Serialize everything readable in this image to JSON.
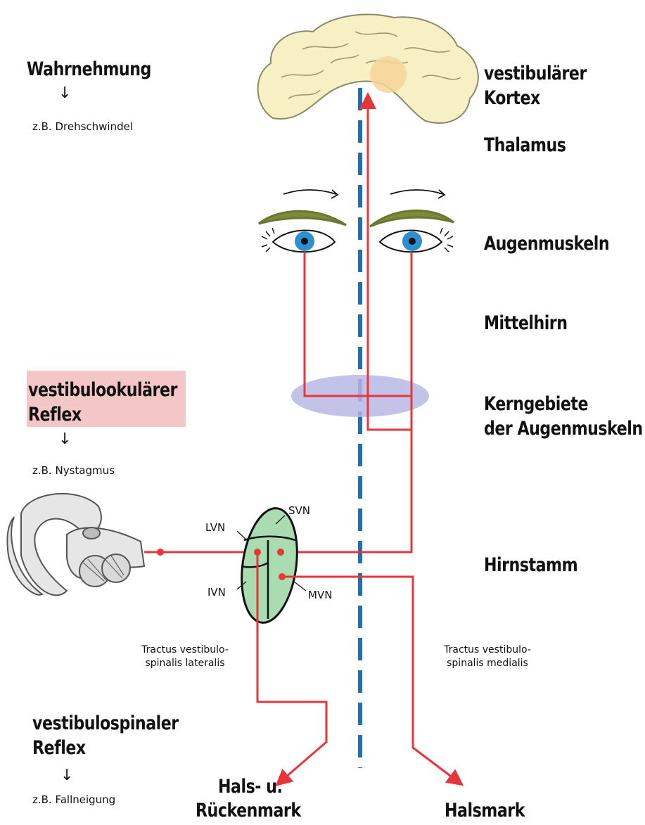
{
  "left": {
    "perception": "Wahrnehmung",
    "perception_example": "z.B. Drehschwindel",
    "vor_line1": "vestibulookulärer",
    "vor_line2": "Reflex",
    "vor_example": "z.B. Nystagmus",
    "vsr_line1": "vestibulospinaler",
    "vsr_line2": "Reflex",
    "vsr_example": "z.B. Fallneigung",
    "arrow_glyph": "↓"
  },
  "right": {
    "cortex_line1": "vestibulärer",
    "cortex_line2": "Kortex",
    "thalamus": "Thalamus",
    "eye_muscles": "Augenmuskeln",
    "midbrain": "Mittelhirn",
    "nuclei_line1": "Kerngebiete",
    "nuclei_line2": "der Augenmuskeln",
    "brainstem": "Hirnstamm"
  },
  "nuclei": {
    "svn": "SVN",
    "lvn": "LVN",
    "ivn": "IVN",
    "mvn": "MVN"
  },
  "tracts": {
    "lateral_line1": "Tractus vestibulo-",
    "lateral_line2": "spinalis lateralis",
    "medial_line1": "Tractus vestibulo-",
    "medial_line2": "spinalis medialis"
  },
  "targets": {
    "neck_spine_line1": "Hals- u.",
    "neck_spine_line2": "Rückenmark",
    "cervical": "Halsmark"
  },
  "colors": {
    "pathway_red": "#e8353a",
    "midline_blue": "#1f6fb2",
    "brain_fill": "#f6f0c4",
    "cortex_highlight": "#f7d59a",
    "nuclei_ellipse": "#b9b9e6",
    "vestibular_nuclei_fill": "#a9dcb0",
    "reflex_box": "#f4c6c8",
    "iris_blue": "#2e8fcf",
    "eyebrow_green": "#7d8a3a"
  }
}
